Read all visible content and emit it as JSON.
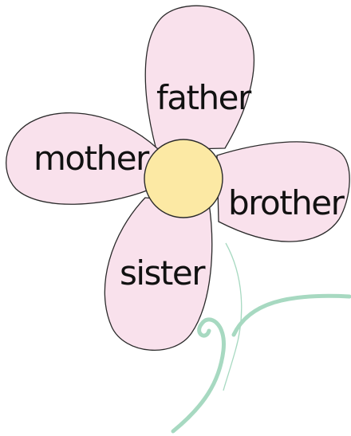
{
  "labels": {
    "top": "father",
    "left": "mother",
    "right": "brother",
    "bottom": "sister"
  },
  "colors": {
    "petal_fill": "#f9e1ec",
    "petal_stroke": "#2a2a2a",
    "center_fill": "#fce9a4",
    "stem": "#a7d9c1",
    "background": "#ffffff"
  }
}
